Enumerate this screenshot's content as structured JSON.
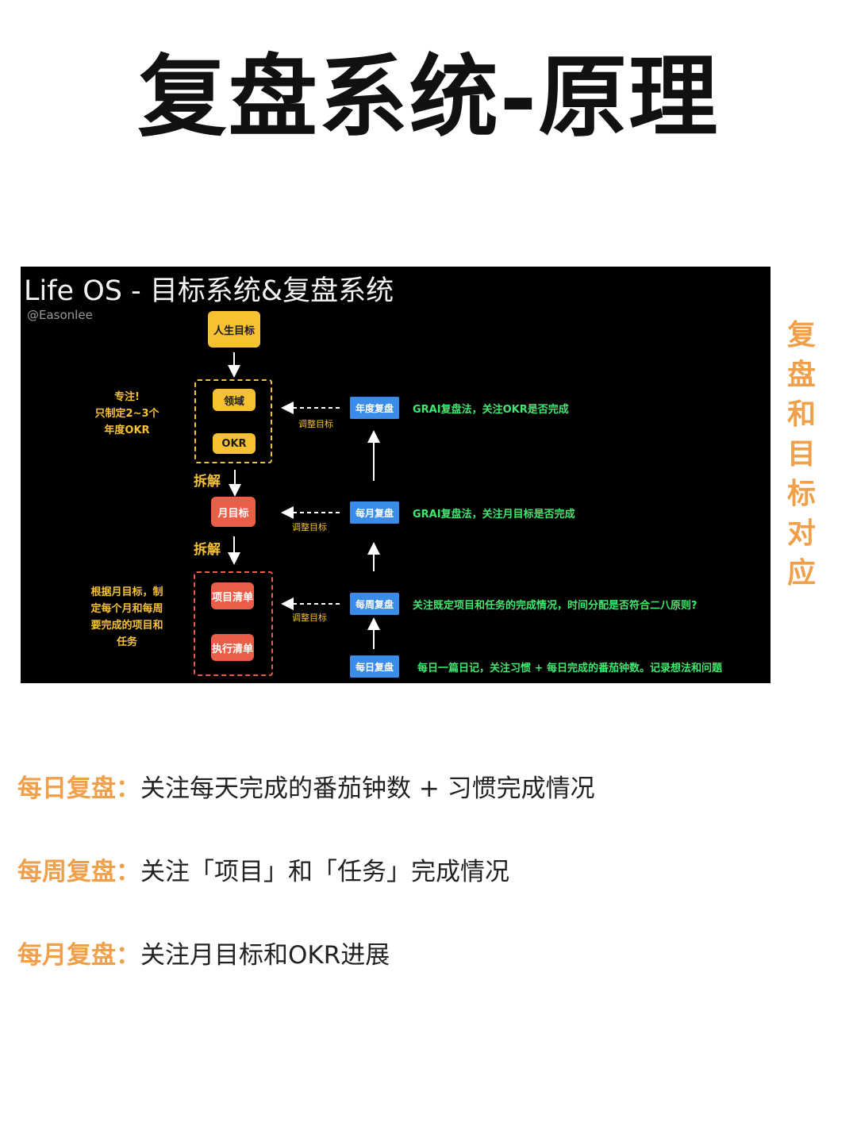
{
  "page": {
    "title": "复盘系统-原理",
    "side_label": [
      "复",
      "盘",
      "和",
      "目",
      "标",
      "对",
      "应"
    ]
  },
  "diagram": {
    "title": "Life OS - 目标系统&复盘系统",
    "author": "@Easonlee",
    "life_goal": "人生目标",
    "domain": "领域",
    "okr": "OKR",
    "month_goal": "月目标",
    "project_list": "项目清单",
    "exec_list": "执行清单",
    "split1": "拆解",
    "split2": "拆解",
    "focus_note": [
      "专注!",
      "只制定2~3个",
      "年度OKR"
    ],
    "plan_note": [
      "根据月目标，制",
      "定每个月和每周",
      "要完成的项目和",
      "任务"
    ],
    "reviews": [
      {
        "label": "年度复盘",
        "text": "GRAI复盘法，关注OKR是否完成",
        "adjust": "调整目标"
      },
      {
        "label": "每月复盘",
        "text": "GRAI复盘法，关注月目标是否完成",
        "adjust": "调整目标"
      },
      {
        "label": "每周复盘",
        "text": "关注既定项目和任务的完成情况，时间分配是否符合二八原则?",
        "adjust": "调整目标"
      },
      {
        "label": "每日复盘",
        "text": "每日一篇日记，关注习惯 + 每日完成的番茄钟数。记录想法和问题"
      }
    ],
    "colors": {
      "yellow": "#f6c233",
      "red": "#ea5e48",
      "blue": "#3b8be8",
      "green": "#3fe86e"
    }
  },
  "descriptions": [
    {
      "key": "每日复盘：",
      "value": "关注每天完成的番茄钟数 + 习惯完成情况"
    },
    {
      "key": "每周复盘：",
      "value": "关注「项目」和「任务」完成情况"
    },
    {
      "key": "每月复盘：",
      "value": "关注月目标和OKR进展"
    }
  ]
}
